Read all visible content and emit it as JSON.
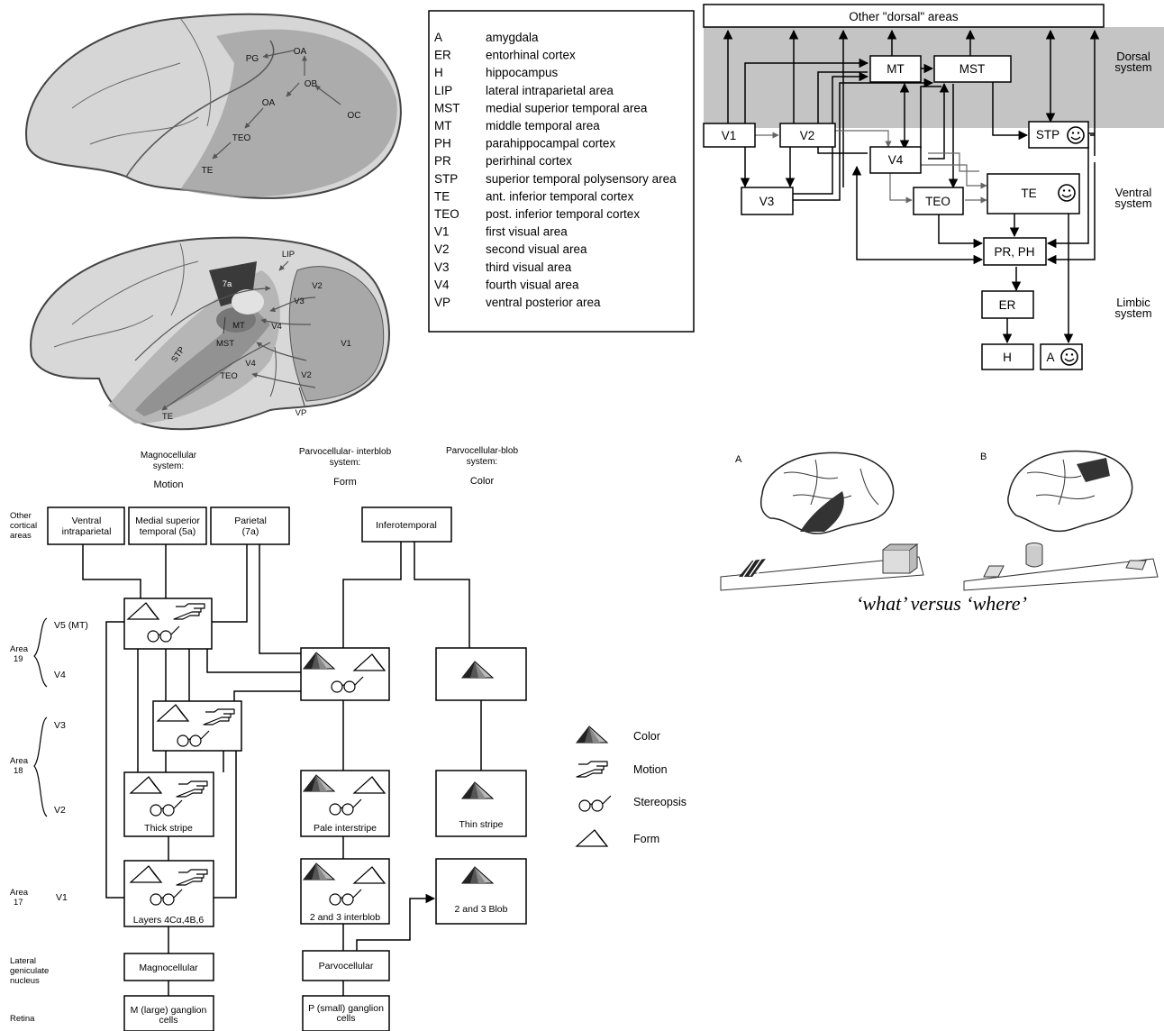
{
  "brain_lateral_top": {
    "labels": [
      "PG",
      "OA",
      "OB",
      "OA",
      "OC",
      "TEO",
      "TE"
    ]
  },
  "brain_lateral_bottom": {
    "labels": [
      "LIP",
      "7a",
      "V2",
      "V3",
      "MT",
      "MST",
      "V4",
      "STP",
      "V1",
      "TEO",
      "V4",
      "V2",
      "TE",
      "VP"
    ]
  },
  "abbreviation_legend": {
    "entries": [
      {
        "abbr": "A",
        "name": "amygdala"
      },
      {
        "abbr": "ER",
        "name": "entorhinal cortex"
      },
      {
        "abbr": "H",
        "name": "hippocampus"
      },
      {
        "abbr": "LIP",
        "name": "lateral intraparietal area"
      },
      {
        "abbr": "MST",
        "name": "medial superior temporal area"
      },
      {
        "abbr": "MT",
        "name": "middle temporal area"
      },
      {
        "abbr": "PH",
        "name": "parahippocampal cortex"
      },
      {
        "abbr": "PR",
        "name": "perirhinal cortex"
      },
      {
        "abbr": "STP",
        "name": "superior temporal polysensory area"
      },
      {
        "abbr": "TE",
        "name": "ant. inferior temporal cortex"
      },
      {
        "abbr": "TEO",
        "name": "post. inferior temporal cortex"
      },
      {
        "abbr": "V1",
        "name": "first visual area"
      },
      {
        "abbr": "V2",
        "name": "second visual area"
      },
      {
        "abbr": "V3",
        "name": "third visual area"
      },
      {
        "abbr": "V4",
        "name": "fourth visual area"
      },
      {
        "abbr": "VP",
        "name": "ventral posterior area"
      }
    ]
  },
  "pathway_diagram": {
    "other_dorsal": "Other \"dorsal\" areas",
    "dorsal_system": [
      "Dorsal",
      "system"
    ],
    "ventral_system": [
      "Ventral",
      "system"
    ],
    "limbic_system": [
      "Limbic",
      "system"
    ],
    "boxes": {
      "mt": "MT",
      "mst": "MST",
      "v1": "V1",
      "v2": "V2",
      "stp": "STP",
      "v4": "V4",
      "v3": "V3",
      "teo": "TEO",
      "te": "TE",
      "prph": "PR, PH",
      "er": "ER",
      "h": "H",
      "a": "A"
    },
    "smiley": "☺"
  },
  "stream_diagram": {
    "columns": {
      "magno": [
        "Magnocellular",
        "system:",
        "Motion"
      ],
      "interblob": [
        "Parvocellular- interblob",
        "system:",
        "Form"
      ],
      "blob": [
        "Parvocellular-blob",
        "system:",
        "Color"
      ]
    },
    "row_labels": {
      "other_cortical": [
        "Other",
        "cortical",
        "areas"
      ],
      "v5": "V5  (MT)",
      "area19": [
        "Area",
        "19"
      ],
      "v4": "V4",
      "v3": "V3",
      "area18": [
        "Area",
        "18"
      ],
      "v2": "V2",
      "area17": [
        "Area",
        "17"
      ],
      "v1": "V1",
      "lgn": [
        "Lateral",
        "geniculate",
        "nucleus"
      ],
      "retina": "Retina"
    },
    "top_boxes": {
      "ventral_intraparietal": [
        "Ventral",
        "intraparietal"
      ],
      "medial_superior_temporal": [
        "Medial superior",
        "temporal (5a)"
      ],
      "parietal": [
        "Parietal",
        "(7a)"
      ],
      "inferotemporal": "Inferotemporal"
    },
    "box_labels": {
      "thick_stripe": "Thick stripe",
      "pale_interstripe": "Pale interstripe",
      "thin_stripe": "Thin stripe",
      "layers_magno": "Layers 4Cα,4B,6",
      "interblob": "2 and 3 interblob",
      "blob": "2 and 3 Blob",
      "magnocellular": "Magnocellular",
      "parvocellular": "Parvocellular",
      "m_ganglion": [
        "M (large) ganglion",
        "cells"
      ],
      "p_ganglion": [
        "P (small) ganglion",
        "cells"
      ]
    }
  },
  "feature_legend": {
    "items": [
      {
        "icon": "color-icon",
        "label": "Color"
      },
      {
        "icon": "motion-icon",
        "label": "Motion"
      },
      {
        "icon": "stereopsis-icon",
        "label": "Stereopsis"
      },
      {
        "icon": "form-icon",
        "label": "Form"
      }
    ]
  },
  "what_where": {
    "label_a": "A",
    "label_b": "B",
    "caption": "‘what’ versus ‘where’"
  }
}
